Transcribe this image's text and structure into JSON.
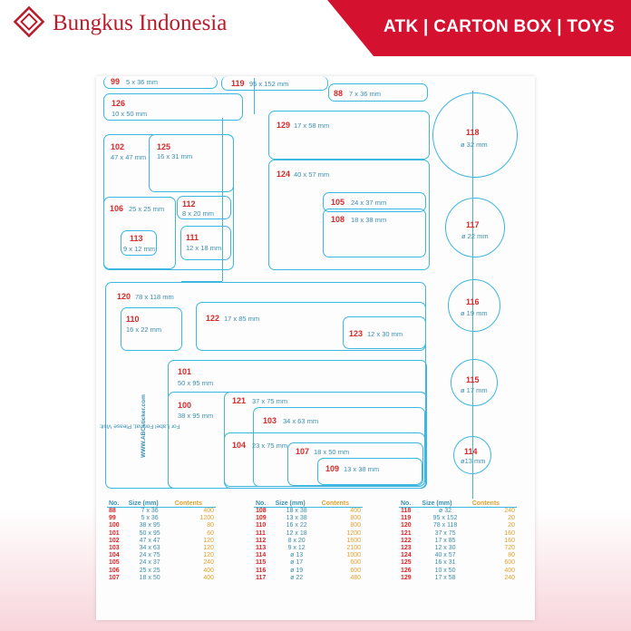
{
  "header": {
    "brand": "Bungkus Indonesia",
    "tagline": "ATK | CARTON BOX | TOYS"
  },
  "labels": {
    "l99": {
      "no": "99",
      "size": "5 x 36 mm"
    },
    "l119": {
      "no": "119",
      "size": "95 x 152 mm"
    },
    "l88": {
      "no": "88",
      "size": "7 x 36 mm"
    },
    "l126": {
      "no": "126",
      "size": "10 x 50 mm"
    },
    "l129": {
      "no": "129",
      "size": "17 x 58 mm"
    },
    "l102": {
      "no": "102",
      "size": "47 x 47 mm"
    },
    "l125": {
      "no": "125",
      "size": "16 x 31 mm"
    },
    "l124": {
      "no": "124",
      "size": "40 x 57 mm"
    },
    "l106": {
      "no": "106",
      "size": "25 x 25 mm"
    },
    "l112": {
      "no": "112",
      "size": "8 x 20 mm"
    },
    "l105": {
      "no": "105",
      "size": "24 x 37 mm"
    },
    "l108": {
      "no": "108",
      "size": "18 x 38 mm"
    },
    "l113": {
      "no": "113",
      "size": "9 x 12 mm"
    },
    "l111": {
      "no": "111",
      "size": "12 x 18 mm"
    },
    "l120": {
      "no": "120",
      "size": "78 x 118 mm"
    },
    "l110": {
      "no": "110",
      "size": "16 x 22 mm"
    },
    "l122": {
      "no": "122",
      "size": "17 x 85 mm"
    },
    "l123": {
      "no": "123",
      "size": "12 x 30 mm"
    },
    "l101": {
      "no": "101",
      "size": "50 x 95 mm"
    },
    "l100": {
      "no": "100",
      "size": "38 x 95 mm"
    },
    "l121": {
      "no": "121",
      "size": "37 x 75 mm"
    },
    "l103": {
      "no": "103",
      "size": "34 x 63 mm"
    },
    "l104": {
      "no": "104",
      "size": "23 x 75 mm"
    },
    "l107": {
      "no": "107",
      "size": "18 x 50 mm"
    },
    "l109": {
      "no": "109",
      "size": "13 x 38 mm"
    },
    "c118": {
      "no": "118",
      "size": "ø 32 mm"
    },
    "c117": {
      "no": "117",
      "size": "ø 22 mm"
    },
    "c116": {
      "no": "116",
      "size": "ø 19 mm"
    },
    "c115": {
      "no": "115",
      "size": "ø 17 mm"
    },
    "c114": {
      "no": "114",
      "size": "ø13 mm"
    }
  },
  "vertical_note": {
    "line1": "For Label Format, Please Visit:",
    "line2": "WWW.ABCsticker.com"
  },
  "tables": [
    {
      "headers": [
        "No.",
        "Size (mm)",
        "Contents"
      ],
      "rows": [
        [
          "88",
          "7 x 36",
          "400"
        ],
        [
          "99",
          "5 x 36",
          "1200"
        ],
        [
          "100",
          "38 x 95",
          "80"
        ],
        [
          "101",
          "50 x 95",
          "60"
        ],
        [
          "102",
          "47 x 47",
          "120"
        ],
        [
          "103",
          "34 x 63",
          "120"
        ],
        [
          "104",
          "24 x 75",
          "120"
        ],
        [
          "105",
          "24 x 37",
          "240"
        ],
        [
          "106",
          "25 x 25",
          "400"
        ],
        [
          "107",
          "18 x 50",
          "400"
        ]
      ]
    },
    {
      "headers": [
        "No.",
        "Size (mm)",
        "Contents"
      ],
      "rows": [
        [
          "108",
          "18 x 38",
          "400"
        ],
        [
          "109",
          "13 x 38",
          "800"
        ],
        [
          "110",
          "16 x 22",
          "800"
        ],
        [
          "111",
          "12 x 18",
          "1200"
        ],
        [
          "112",
          "8 x 20",
          "1600"
        ],
        [
          "113",
          "9 x 12",
          "2100"
        ],
        [
          "114",
          "ø 13",
          "1000"
        ],
        [
          "115",
          "ø 17",
          "600"
        ],
        [
          "116",
          "ø 19",
          "600"
        ],
        [
          "117",
          "ø 22",
          "480"
        ]
      ]
    },
    {
      "headers": [
        "No.",
        "Size (mm)",
        "Contents"
      ],
      "rows": [
        [
          "118",
          "ø 32",
          "240"
        ],
        [
          "119",
          "95 x 152",
          "20"
        ],
        [
          "120",
          "78 x 118",
          "20"
        ],
        [
          "121",
          "37 x 75",
          "160"
        ],
        [
          "122",
          "17 x 85",
          "160"
        ],
        [
          "123",
          "12 x 30",
          "720"
        ],
        [
          "124",
          "40 x 57",
          "80"
        ],
        [
          "125",
          "16 x 31",
          "600"
        ],
        [
          "126",
          "10 x 50",
          "400"
        ],
        [
          "129",
          "17 x 58",
          "240"
        ]
      ]
    }
  ]
}
